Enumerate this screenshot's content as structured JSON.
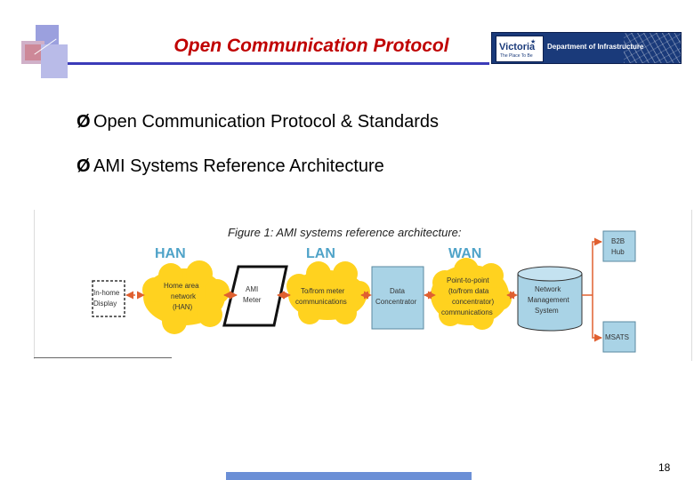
{
  "header": {
    "title": "Open Communication Protocol",
    "logo": {
      "state_name": "Victoria",
      "tagline": "The Place To Be",
      "department": "Department of Infrastructure"
    }
  },
  "bullets": [
    {
      "icon": "arrow-bullet-icon",
      "text": "Open Communication Protocol & Standards"
    },
    {
      "icon": "arrow-bullet-icon",
      "text": "AMI Systems Reference Architecture"
    }
  ],
  "figure": {
    "caption": "Figure 1: AMI systems reference architecture:",
    "sections": [
      "HAN",
      "LAN",
      "WAN"
    ],
    "nodes": {
      "in_home_display": [
        "In-home",
        "Display"
      ],
      "han_cloud": [
        "Home area",
        "network",
        "(HAN)"
      ],
      "ami_meter": [
        "AMI",
        "Meter"
      ],
      "lan_cloud": [
        "To/from meter",
        "communications"
      ],
      "data_concentrator": [
        "Data",
        "Concentrator"
      ],
      "wan_cloud": [
        "Point-to-point",
        "(to/from data",
        "concentrator)",
        "communications"
      ],
      "nms": [
        "Network",
        "Management",
        "System"
      ],
      "b2b_hub": [
        "B2B",
        "Hub"
      ],
      "msats": [
        "MSATS"
      ]
    }
  },
  "footer": {
    "page_number": "18"
  },
  "colors": {
    "title": "#c00000",
    "rule": "#3b3bb8",
    "cloud": "#ffd21f",
    "section_label": "#4fa3c8",
    "box_fill": "#a9d3e6",
    "arrow": "#e06030",
    "page_bar": "#6b8fd6"
  }
}
